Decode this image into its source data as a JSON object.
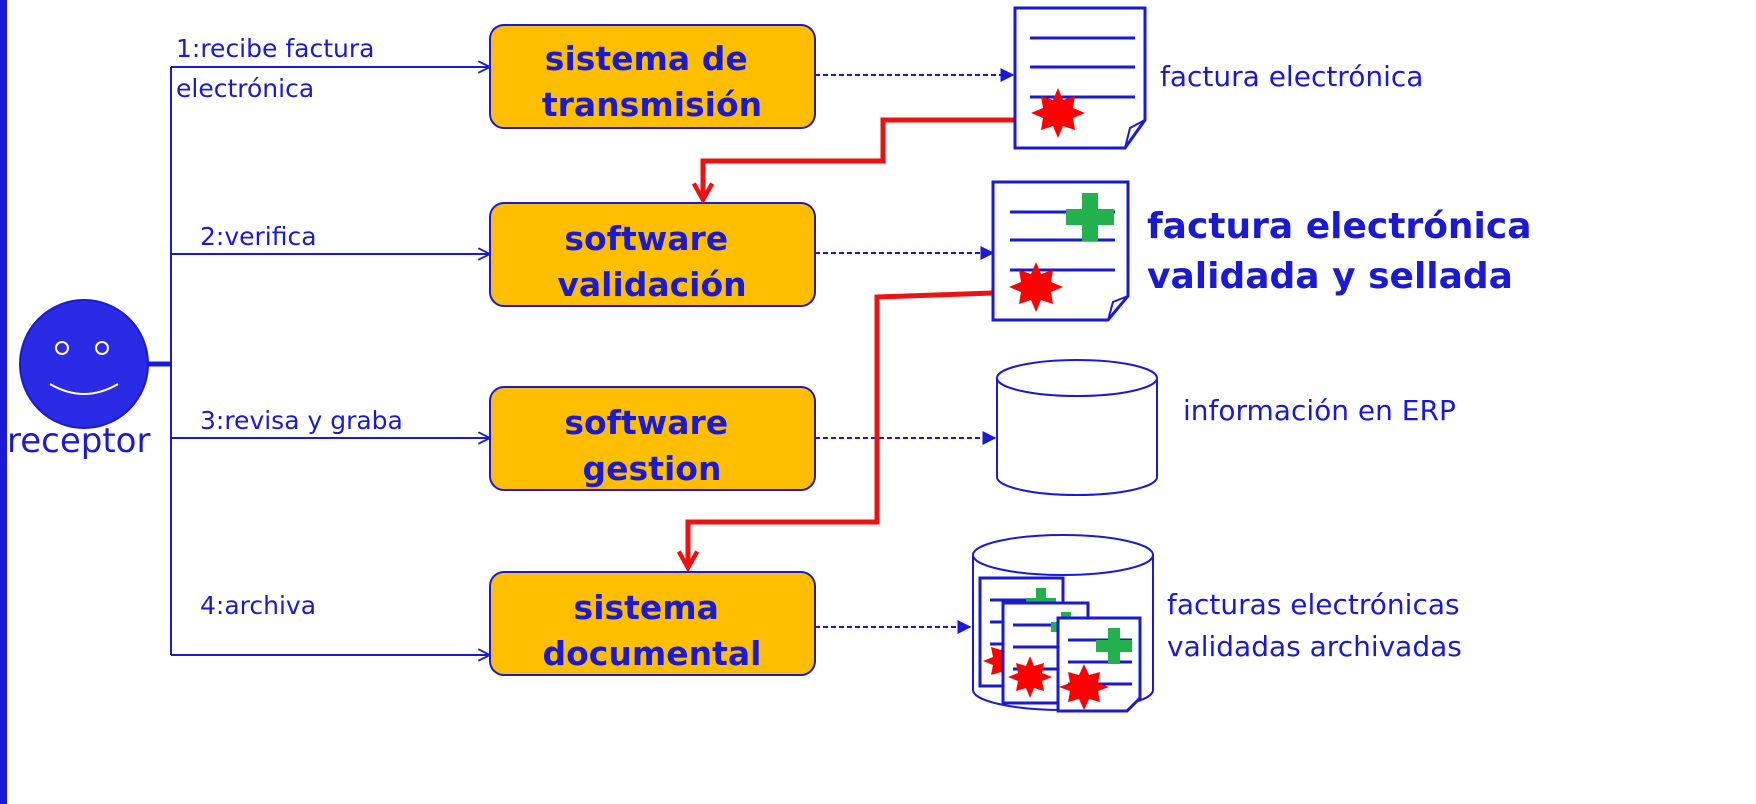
{
  "actor": {
    "label": "receptor"
  },
  "steps": [
    {
      "label_lines": [
        "1:recibe factura",
        "electrónica"
      ]
    },
    {
      "label_lines": [
        "2:verifica"
      ]
    },
    {
      "label_lines": [
        "3:revisa y graba"
      ]
    },
    {
      "label_lines": [
        "4:archiva"
      ]
    }
  ],
  "processes": [
    {
      "lines": [
        "sistema de",
        "transmisión"
      ]
    },
    {
      "lines": [
        "software",
        "validación"
      ]
    },
    {
      "lines": [
        "software",
        "gestion"
      ]
    },
    {
      "lines": [
        "sistema",
        "documental"
      ]
    }
  ],
  "outputs": [
    {
      "lines": [
        "factura electrónica"
      ],
      "icon": "document-seal-icon",
      "bold": false
    },
    {
      "lines": [
        "factura electrónica",
        "validada y sellada"
      ],
      "icon": "document-seal-cross-icon",
      "bold": true
    },
    {
      "lines": [
        "información en ERP"
      ],
      "icon": "database-icon",
      "bold": false
    },
    {
      "lines": [
        "facturas electrónicas",
        "validadas archivadas"
      ],
      "icon": "database-documents-icon",
      "bold": false
    }
  ],
  "colors": {
    "primary": "#1a1ad6",
    "process_fill": "#ffbf00",
    "flow_red": "#ee1111",
    "seal_red": "#ff0000",
    "cross_green": "#22b14c",
    "background": "#ffffff"
  }
}
